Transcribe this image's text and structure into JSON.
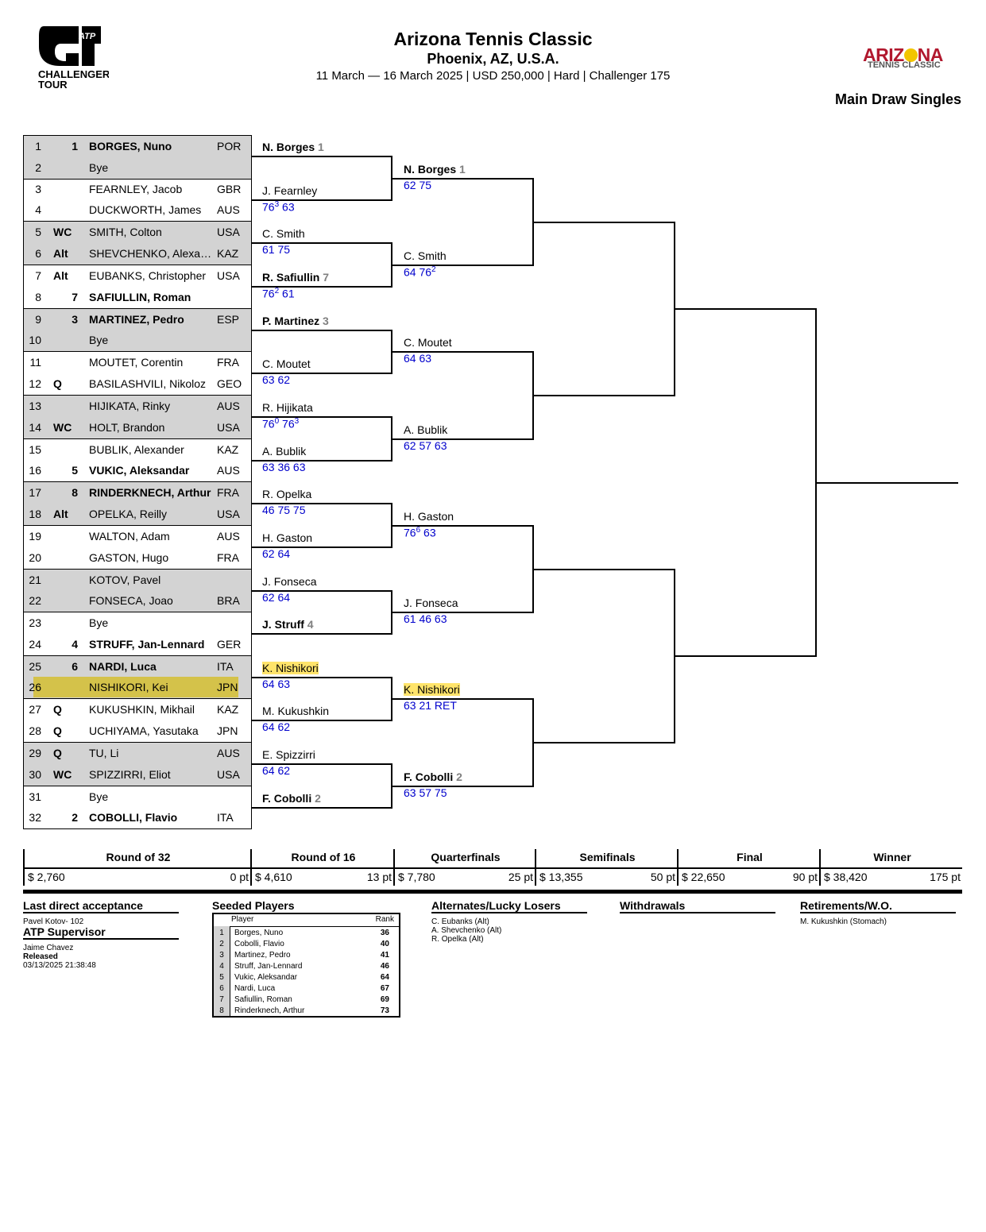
{
  "header": {
    "title": "Arizona Tennis Classic",
    "subtitle": "Phoenix, AZ, U.S.A.",
    "info": "11 March — 16 March 2025 | USD 250,000 | Hard | Challenger 175",
    "draw_type": "Main Draw Singles",
    "left_logo": {
      "brand": "ATP",
      "line1": "CHALLENGER",
      "line2": "TOUR"
    },
    "right_logo": {
      "line1a": "ARIZ",
      "line1b": "NA",
      "line2": "TENNIS CLASSIC"
    }
  },
  "entries": [
    {
      "num": "1",
      "tag": "",
      "seed": "1",
      "name": "BORGES, Nuno",
      "country": "POR"
    },
    {
      "num": "2",
      "tag": "",
      "seed": "",
      "name": "Bye",
      "country": ""
    },
    {
      "num": "3",
      "tag": "",
      "seed": "",
      "name": "FEARNLEY, Jacob",
      "country": "GBR"
    },
    {
      "num": "4",
      "tag": "",
      "seed": "",
      "name": "DUCKWORTH, James",
      "country": "AUS"
    },
    {
      "num": "5",
      "tag": "WC",
      "seed": "",
      "name": "SMITH, Colton",
      "country": "USA"
    },
    {
      "num": "6",
      "tag": "Alt",
      "seed": "",
      "name": "SHEVCHENKO, Alexander",
      "country": "KAZ"
    },
    {
      "num": "7",
      "tag": "Alt",
      "seed": "",
      "name": "EUBANKS, Christopher",
      "country": "USA"
    },
    {
      "num": "8",
      "tag": "",
      "seed": "7",
      "name": "SAFIULLIN, Roman",
      "country": ""
    },
    {
      "num": "9",
      "tag": "",
      "seed": "3",
      "name": "MARTINEZ, Pedro",
      "country": "ESP"
    },
    {
      "num": "10",
      "tag": "",
      "seed": "",
      "name": "Bye",
      "country": ""
    },
    {
      "num": "11",
      "tag": "",
      "seed": "",
      "name": "MOUTET, Corentin",
      "country": "FRA"
    },
    {
      "num": "12",
      "tag": "Q",
      "seed": "",
      "name": "BASILASHVILI, Nikoloz",
      "country": "GEO"
    },
    {
      "num": "13",
      "tag": "",
      "seed": "",
      "name": "HIJIKATA, Rinky",
      "country": "AUS"
    },
    {
      "num": "14",
      "tag": "WC",
      "seed": "",
      "name": "HOLT, Brandon",
      "country": "USA"
    },
    {
      "num": "15",
      "tag": "",
      "seed": "",
      "name": "BUBLIK, Alexander",
      "country": "KAZ"
    },
    {
      "num": "16",
      "tag": "",
      "seed": "5",
      "name": "VUKIC, Aleksandar",
      "country": "AUS"
    },
    {
      "num": "17",
      "tag": "",
      "seed": "8",
      "name": "RINDERKNECH, Arthur",
      "country": "FRA"
    },
    {
      "num": "18",
      "tag": "Alt",
      "seed": "",
      "name": "OPELKA, Reilly",
      "country": "USA"
    },
    {
      "num": "19",
      "tag": "",
      "seed": "",
      "name": "WALTON, Adam",
      "country": "AUS"
    },
    {
      "num": "20",
      "tag": "",
      "seed": "",
      "name": "GASTON, Hugo",
      "country": "FRA"
    },
    {
      "num": "21",
      "tag": "",
      "seed": "",
      "name": "KOTOV, Pavel",
      "country": ""
    },
    {
      "num": "22",
      "tag": "",
      "seed": "",
      "name": "FONSECA, Joao",
      "country": "BRA"
    },
    {
      "num": "23",
      "tag": "",
      "seed": "",
      "name": "Bye",
      "country": ""
    },
    {
      "num": "24",
      "tag": "",
      "seed": "4",
      "name": "STRUFF, Jan-Lennard",
      "country": "GER"
    },
    {
      "num": "25",
      "tag": "",
      "seed": "6",
      "name": "NARDI, Luca",
      "country": "ITA"
    },
    {
      "num": "26",
      "tag": "",
      "seed": "",
      "name": "NISHIKORI, Kei",
      "country": "JPN",
      "highlight": true
    },
    {
      "num": "27",
      "tag": "Q",
      "seed": "",
      "name": "KUKUSHKIN, Mikhail",
      "country": "KAZ"
    },
    {
      "num": "28",
      "tag": "Q",
      "seed": "",
      "name": "UCHIYAMA, Yasutaka",
      "country": "JPN"
    },
    {
      "num": "29",
      "tag": "Q",
      "seed": "",
      "name": "TU, Li",
      "country": "AUS"
    },
    {
      "num": "30",
      "tag": "WC",
      "seed": "",
      "name": "SPIZZIRRI, Eliot",
      "country": "USA"
    },
    {
      "num": "31",
      "tag": "",
      "seed": "",
      "name": "Bye",
      "country": ""
    },
    {
      "num": "32",
      "tag": "",
      "seed": "2",
      "name": "COBOLLI, Flavio",
      "country": "ITA"
    }
  ],
  "round2": [
    {
      "name": "N. Borges",
      "seed": "1",
      "bold": true,
      "score": ""
    },
    {
      "name": "J. Fearnley",
      "seed": "",
      "bold": false,
      "score": "76[3] 63"
    },
    {
      "name": "C. Smith",
      "seed": "",
      "bold": false,
      "score": "61 75"
    },
    {
      "name": "R. Safiullin",
      "seed": "7",
      "bold": true,
      "score": "76[2] 61"
    },
    {
      "name": "P. Martinez",
      "seed": "3",
      "bold": true,
      "score": ""
    },
    {
      "name": "C. Moutet",
      "seed": "",
      "bold": false,
      "score": "63 62"
    },
    {
      "name": "R. Hijikata",
      "seed": "",
      "bold": false,
      "score": "76[0] 76[3]"
    },
    {
      "name": "A. Bublik",
      "seed": "",
      "bold": false,
      "score": "63 36 63"
    },
    {
      "name": "R. Opelka",
      "seed": "",
      "bold": false,
      "score": "46 75 75"
    },
    {
      "name": "H. Gaston",
      "seed": "",
      "bold": false,
      "score": "62 64"
    },
    {
      "name": "J. Fonseca",
      "seed": "",
      "bold": false,
      "score": "62 64"
    },
    {
      "name": "J. Struff",
      "seed": "4",
      "bold": true,
      "score": ""
    },
    {
      "name": "K. Nishikori",
      "seed": "",
      "bold": false,
      "score": "64 63",
      "highlight": true
    },
    {
      "name": "M. Kukushkin",
      "seed": "",
      "bold": false,
      "score": "64 62"
    },
    {
      "name": "E. Spizzirri",
      "seed": "",
      "bold": false,
      "score": "64 62"
    },
    {
      "name": "F. Cobolli",
      "seed": "2",
      "bold": true,
      "score": ""
    }
  ],
  "round3": [
    {
      "name": "N. Borges",
      "seed": "1",
      "bold": true,
      "score": "62 75"
    },
    {
      "name": "C. Smith",
      "seed": "",
      "bold": false,
      "score": "64 76[2]"
    },
    {
      "name": "C. Moutet",
      "seed": "",
      "bold": false,
      "score": "64 63"
    },
    {
      "name": "A. Bublik",
      "seed": "",
      "bold": false,
      "score": "62 57 63"
    },
    {
      "name": "H. Gaston",
      "seed": "",
      "bold": false,
      "score": "76[6] 63"
    },
    {
      "name": "J. Fonseca",
      "seed": "",
      "bold": false,
      "score": "61 46 63"
    },
    {
      "name": "K. Nishikori",
      "seed": "",
      "bold": false,
      "score": "63 21 RET",
      "highlight": true
    },
    {
      "name": "F. Cobolli",
      "seed": "2",
      "bold": true,
      "score": "63 57 75"
    }
  ],
  "prize": [
    {
      "round": "Round of 32",
      "money": "$ 2,760",
      "points": "0 pt"
    },
    {
      "round": "Round of 16",
      "money": "$ 4,610",
      "points": "13 pt"
    },
    {
      "round": "Quarterfinals",
      "money": "$ 7,780",
      "points": "25 pt"
    },
    {
      "round": "Semifinals",
      "money": "$ 13,355",
      "points": "50 pt"
    },
    {
      "round": "Final",
      "money": "$ 22,650",
      "points": "90 pt"
    },
    {
      "round": "Winner",
      "money": "$ 38,420",
      "points": "175 pt"
    }
  ],
  "info": {
    "lda_title": "Last direct acceptance",
    "lda_value": "Pavel Kotov- 102",
    "supervisor_title": "ATP Supervisor",
    "supervisor_name": "Jaime Chavez",
    "released_label": "Released",
    "released_date": "03/13/2025 21:38:48",
    "seeded_title": "Seeded Players",
    "seeded_player_header": "Player",
    "seeded_rank_header": "Rank",
    "seeded": [
      {
        "n": "1",
        "player": "Borges, Nuno",
        "rank": "36"
      },
      {
        "n": "2",
        "player": "Cobolli, Flavio",
        "rank": "40"
      },
      {
        "n": "3",
        "player": "Martinez, Pedro",
        "rank": "41"
      },
      {
        "n": "4",
        "player": "Struff, Jan-Lennard",
        "rank": "46"
      },
      {
        "n": "5",
        "player": "Vukic, Aleksandar",
        "rank": "64"
      },
      {
        "n": "6",
        "player": "Nardi, Luca",
        "rank": "67"
      },
      {
        "n": "7",
        "player": "Safiullin, Roman",
        "rank": "69"
      },
      {
        "n": "8",
        "player": "Rinderknech, Arthur",
        "rank": "73"
      }
    ],
    "alternates_title": "Alternates/Lucky Losers",
    "alternates": [
      "C. Eubanks (Alt)",
      "A. Shevchenko (Alt)",
      "R. Opelka (Alt)"
    ],
    "withdrawals_title": "Withdrawals",
    "retirements_title": "Retirements/W.O.",
    "retirements": [
      "M. Kukushkin (Stomach)"
    ]
  },
  "colors": {
    "score": "#0000cc",
    "shade": "#d3d3d3",
    "highlight": "#ffe46b",
    "highlight_row": "#d4c24a",
    "seed_gray": "#808080",
    "logo_red": "#b1182e"
  }
}
